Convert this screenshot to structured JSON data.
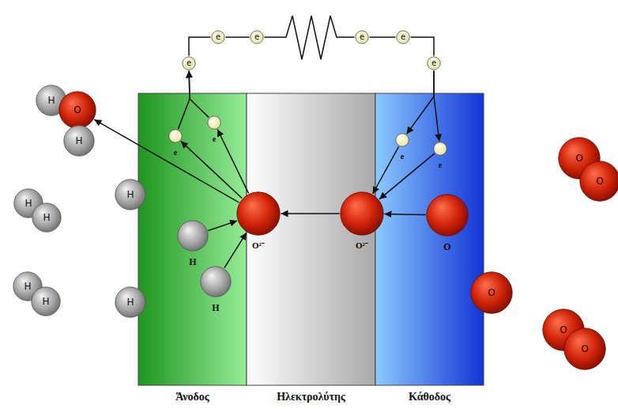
{
  "diagram": {
    "nodes": [
      {
        "text": [
          "Άνοδος"
        ]
      },
      {
        "text": [
          "Ηλεκτρολύτης"
        ]
      },
      {
        "text": [
          "Κάθοδος"
        ]
      },
      {
        "text": [
          "H"
        ]
      },
      {
        "text": [
          "O"
        ]
      },
      {
        "text": [
          "H"
        ]
      },
      {
        "text": [
          "e"
        ]
      },
      {
        "text": [
          "e"
        ]
      },
      {
        "text": [
          "e"
        ]
      },
      {
        "text": [
          "e"
        ]
      },
      {
        "text": [
          "e"
        ]
      },
      {
        "text": [
          "e"
        ]
      },
      {
        "text": [
          "e"
        ],
        "in": 0
      },
      {
        "text": [
          "e"
        ],
        "in": 0
      },
      {
        "text": [
          "e"
        ],
        "in": 2
      },
      {
        "text": [
          "e"
        ],
        "in": 2
      },
      {
        "text": [
          "H"
        ]
      },
      {
        "text": [
          "H"
        ]
      },
      {
        "text": [
          "H"
        ]
      },
      {
        "text": [
          "H"
        ]
      },
      {
        "text": [
          "H"
        ]
      },
      {
        "text": [
          "H"
        ]
      },
      {
        "text": [
          "H"
        ],
        "in": 0
      },
      {
        "text": [
          "H"
        ],
        "in": 0
      },
      {
        "text": [
          "O²⁻"
        ],
        "in": 1
      },
      {
        "text": [
          "O²⁻"
        ],
        "in": 1
      },
      {
        "text": [
          "O"
        ],
        "in": 2
      },
      {
        "text": [
          "O"
        ]
      },
      {
        "text": [
          "O"
        ]
      },
      {
        "text": [
          "O"
        ]
      },
      {
        "text": [
          "O"
        ]
      },
      {
        "text": [
          "O"
        ]
      }
    ],
    "edges": [
      {
        "from": 24,
        "to": 4,
        "arrow": "to"
      },
      {
        "from": 24,
        "to": 12,
        "arrow": "to"
      },
      {
        "from": 24,
        "to": 13,
        "arrow": "to"
      },
      {
        "from": 12,
        "to": 6,
        "arrow": "to"
      },
      {
        "from": 13,
        "to": 6,
        "arrow": "to"
      },
      {
        "from": 6,
        "to": 7,
        "arrow": "none"
      },
      {
        "from": 7,
        "to": 8,
        "arrow": "none"
      },
      {
        "from": 8,
        "to": 9,
        "arrow": "none"
      },
      {
        "from": 9,
        "to": 10,
        "arrow": "none"
      },
      {
        "from": 10,
        "to": 11,
        "arrow": "none"
      },
      {
        "from": 11,
        "to": 14,
        "arrow": "to"
      },
      {
        "from": 11,
        "to": 15,
        "arrow": "to"
      },
      {
        "from": 22,
        "to": 24,
        "arrow": "to"
      },
      {
        "from": 23,
        "to": 24,
        "arrow": "to"
      },
      {
        "from": 25,
        "to": 24,
        "arrow": "to"
      },
      {
        "from": 26,
        "to": 25,
        "arrow": "to"
      },
      {
        "from": 14,
        "to": 25,
        "arrow": "to"
      },
      {
        "from": 15,
        "to": 25,
        "arrow": "to"
      }
    ]
  }
}
